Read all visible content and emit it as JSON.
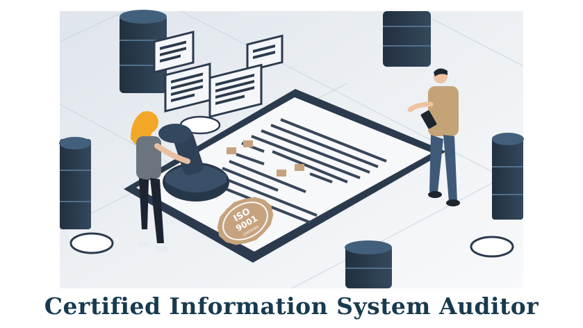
{
  "illustration": {
    "seal": {
      "line1": "ISO",
      "line2": "9001",
      "line3": "CERTIFIED"
    }
  },
  "caption": {
    "text": "Certified Information System Auditor"
  },
  "colors": {
    "background": "#eef1f5",
    "server_dark": "#27374a",
    "server_light": "#42607c",
    "document_frame": "#2b3a4d",
    "document_paper": "#f7f8fa",
    "seal": "#c6a37e",
    "caption_text": "#183a4f",
    "woman_hair": "#f2a826",
    "man_shirt": "#c4a377",
    "man_pants": "#3f5a78"
  }
}
